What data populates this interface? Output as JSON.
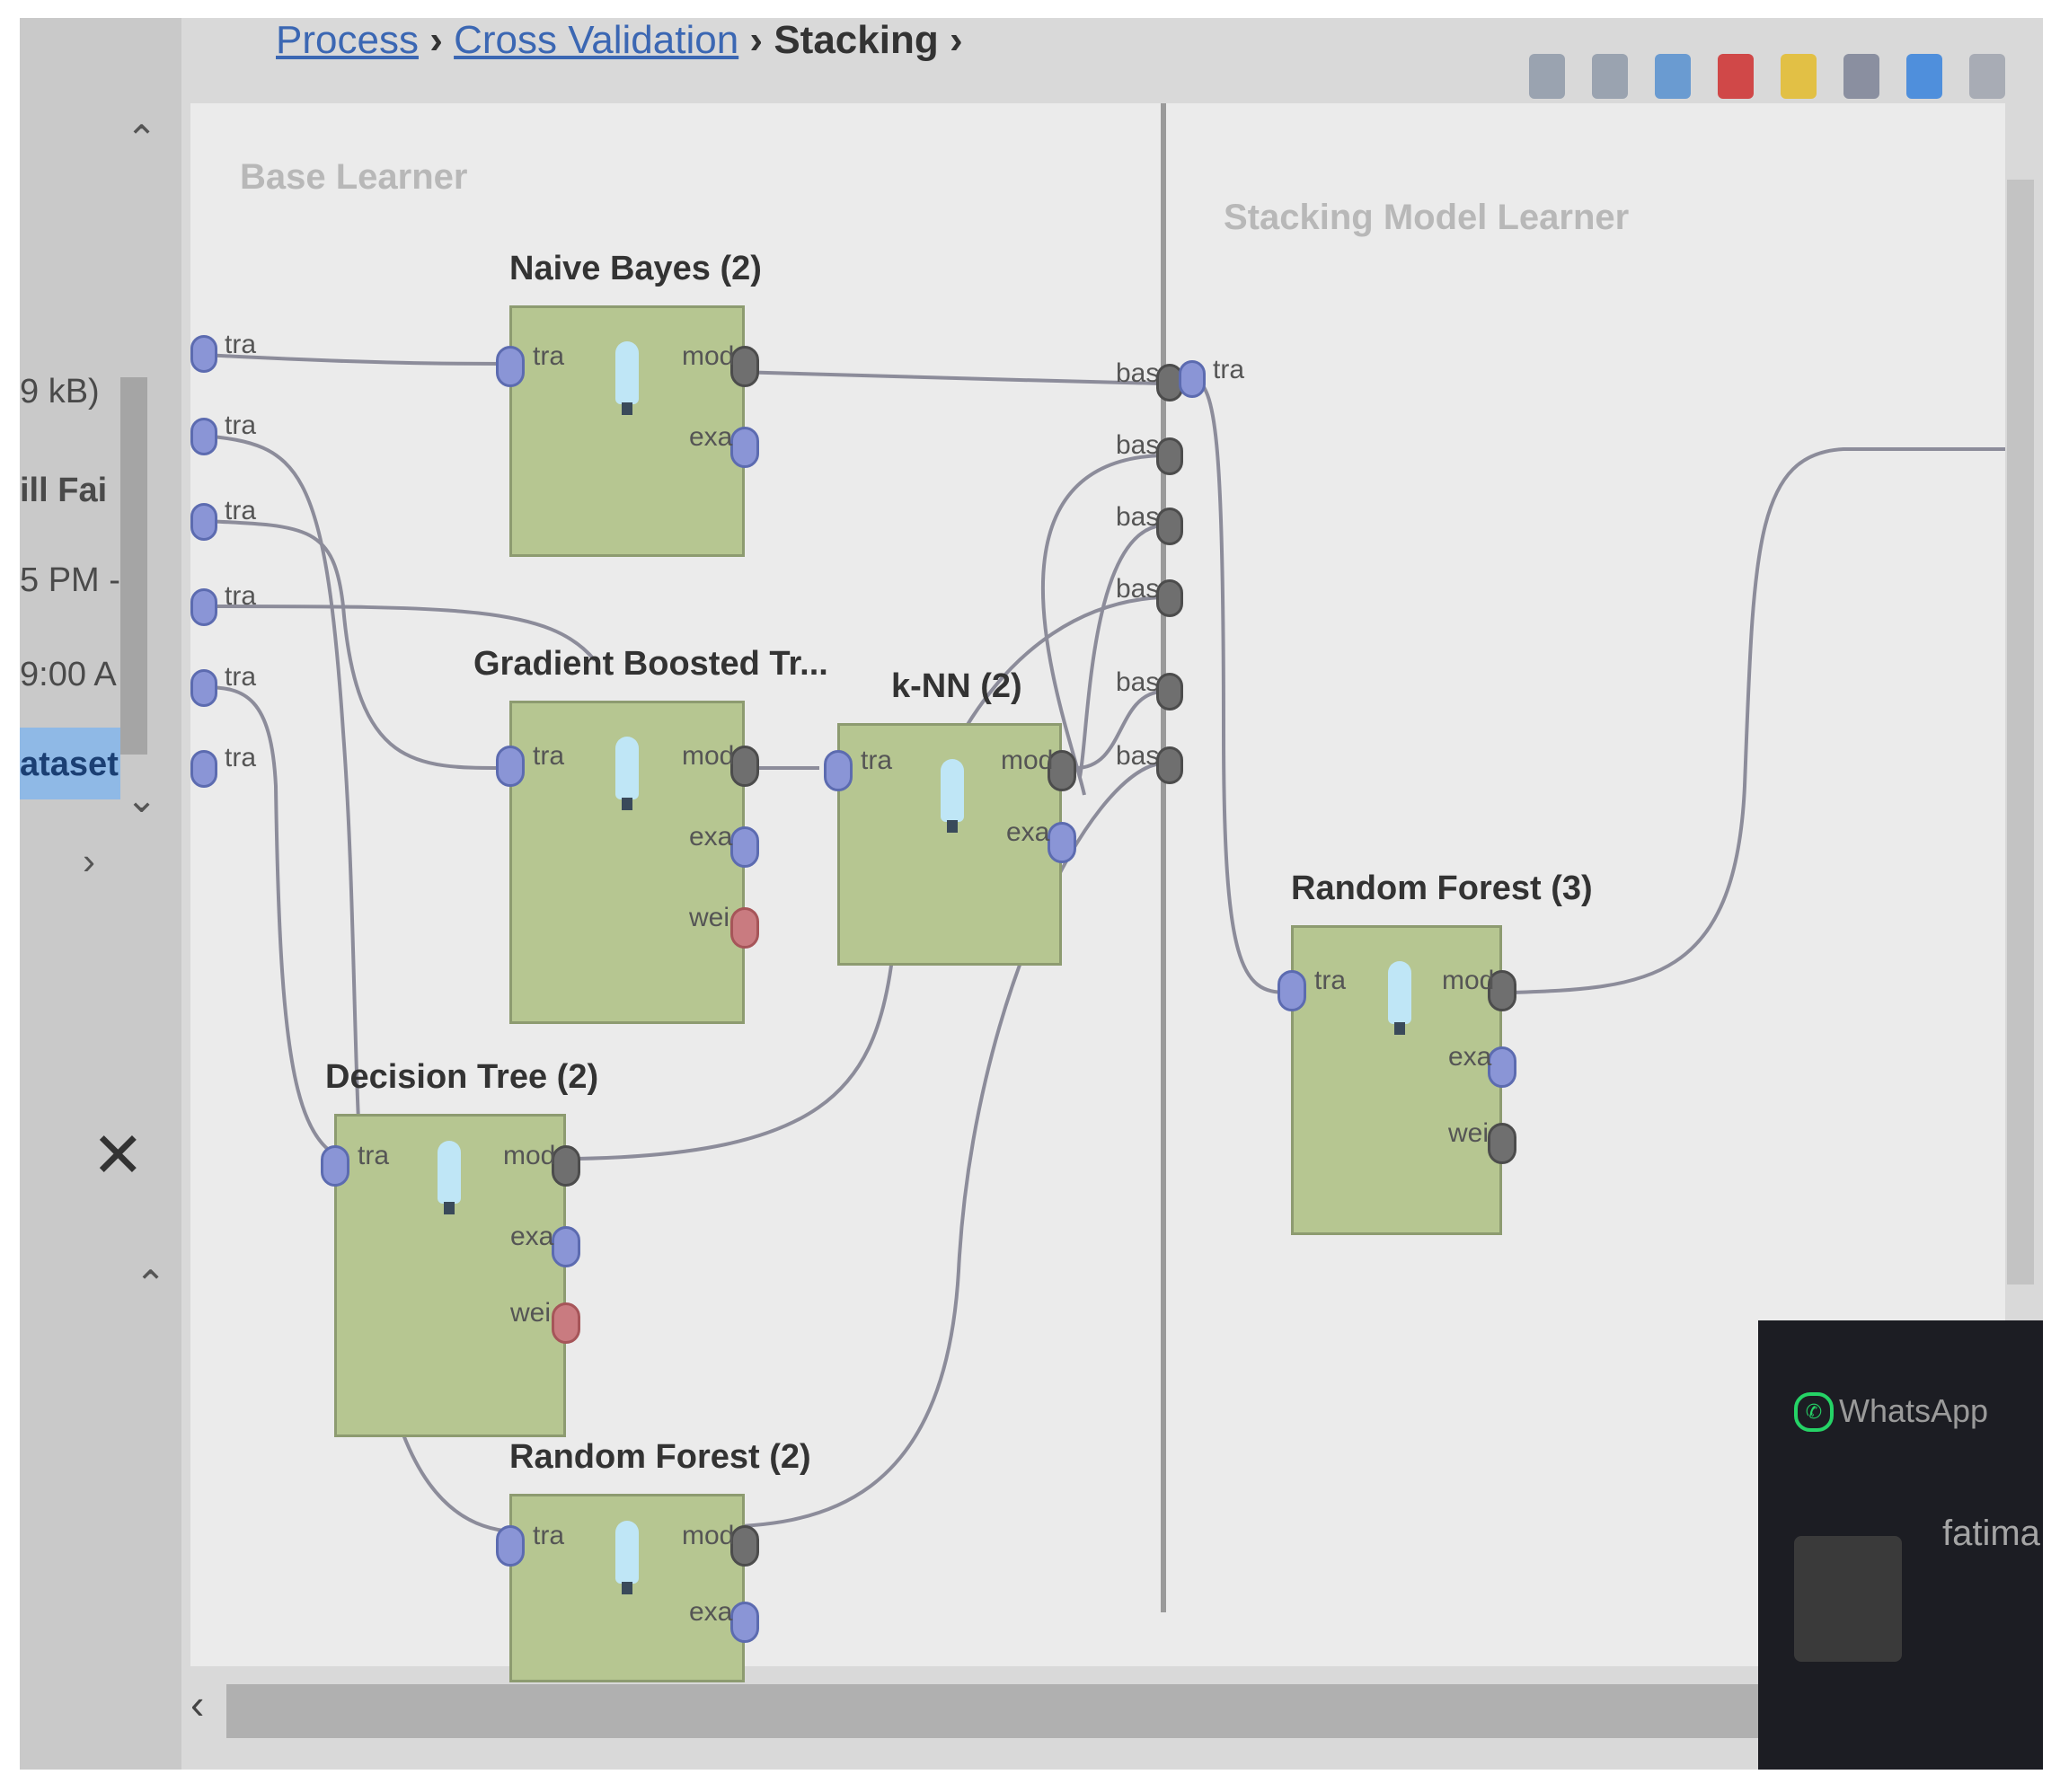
{
  "breadcrumb": {
    "items": [
      "Process",
      "Cross Validation",
      "Stacking"
    ],
    "sep": "›"
  },
  "left_panel": {
    "lines": [
      "9 kB)",
      "ill Fai",
      "5 PM -",
      "9:00 A",
      "ataset"
    ]
  },
  "sections": {
    "base_learner": "Base Learner",
    "stacking_model_learner": "Stacking Model Learner"
  },
  "base_ports": [
    "tra",
    "tra",
    "tra",
    "tra",
    "tra",
    "tra"
  ],
  "stacking_in_ports": [
    "bas",
    "bas",
    "bas",
    "bas",
    "bas",
    "bas"
  ],
  "stacking_tra_port": "tra",
  "operators": {
    "naive_bayes": {
      "title": "Naive Bayes (2)",
      "ports_in": [
        "tra"
      ],
      "ports_out": [
        "mod",
        "exa"
      ]
    },
    "gradient_boosted": {
      "title": "Gradient Boosted Tr...",
      "ports_in": [
        "tra"
      ],
      "ports_out": [
        "mod",
        "exa",
        "wei"
      ]
    },
    "knn": {
      "title": "k-NN (2)",
      "ports_in": [
        "tra"
      ],
      "ports_out": [
        "mod",
        "exa"
      ]
    },
    "decision_tree": {
      "title": "Decision Tree (2)",
      "ports_in": [
        "tra"
      ],
      "ports_out": [
        "mod",
        "exa",
        "wei"
      ]
    },
    "random_forest_2": {
      "title": "Random Forest (2)",
      "ports_in": [
        "tra"
      ],
      "ports_out": [
        "mod",
        "exa"
      ]
    },
    "random_forest_3": {
      "title": "Random Forest (3)",
      "ports_in": [
        "tra"
      ],
      "ports_out": [
        "mod",
        "exa",
        "wei"
      ]
    }
  },
  "notification": {
    "app": "WhatsApp",
    "sender": "fatima"
  },
  "colors": {
    "operator_fill": "#b6c691",
    "port_input": "#8a95d6",
    "port_model": "#6f6f6f",
    "port_weight": "#c97b80",
    "wire": "#8c8c9a"
  }
}
